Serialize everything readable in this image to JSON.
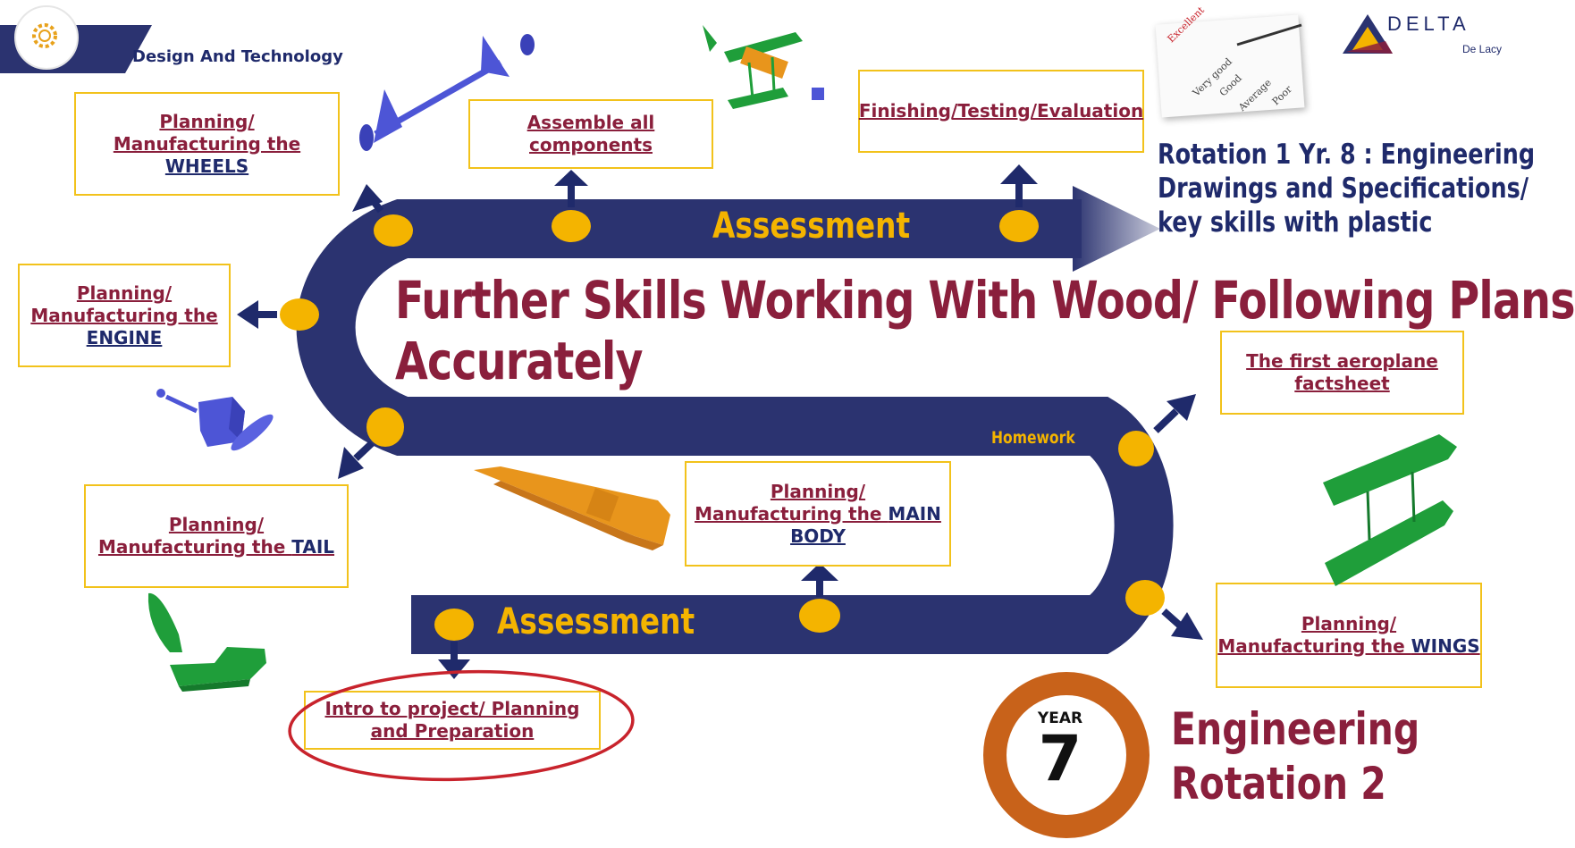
{
  "header": {
    "department": "Design And Technology",
    "logo_icon": "gear-icon",
    "brand": "DELTA",
    "brand_sub": "De Lacy"
  },
  "main_title": {
    "line1": "Further Skills Working With Wood/ Following Plans",
    "line2": "Accurately"
  },
  "road": {
    "assessment_top": "Assessment",
    "assessment_bottom": "Assessment",
    "homework": "Homework"
  },
  "boxes": {
    "wheels": {
      "line1": "Planning/",
      "line2": "Manufacturing the",
      "line3": "WHEELS"
    },
    "assemble": {
      "line1": "Assemble all",
      "line2": "components"
    },
    "finishing": {
      "line1": "Finishing/Testing/Evaluation"
    },
    "engine": {
      "line1": "Planning/",
      "line2": "Manufacturing the",
      "line3": "ENGINE"
    },
    "factsheet": {
      "line1": "The first aeroplane",
      "line2": "factsheet"
    },
    "tail": {
      "line1": "Planning/",
      "line2": "Manufacturing the ",
      "line2_em": "TAIL"
    },
    "main_body": {
      "line1": "Planning/",
      "line2": "Manufacturing the ",
      "line2_em": "MAIN",
      "line3": "BODY"
    },
    "wings": {
      "line1": "Planning/",
      "line2": "Manufacturing the ",
      "line2_em": "WINGS"
    },
    "intro": {
      "line1": "Intro to project/ Planning",
      "line2": "and Preparation"
    }
  },
  "rotation_info": {
    "line1": "Rotation 1 Yr. 8 : Engineering",
    "line2": "Drawings and Specifications/",
    "line3": "key skills with plastic"
  },
  "year_badge": {
    "label": "YEAR",
    "number": "7"
  },
  "engineering": {
    "line1": "Engineering",
    "line2": "Rotation 2"
  },
  "checklist": {
    "items": [
      "Excellent",
      "Very good",
      "Good",
      "Average",
      "Poor"
    ]
  },
  "colors": {
    "navy": "#2b3370",
    "maroon": "#8a1f3c",
    "yellow": "#f4b400",
    "box_border": "#f2c21b",
    "year_ring": "#c8621a",
    "model_green": "#1f9e3a",
    "model_blue": "#4d55d6",
    "model_orange": "#e8951c",
    "highlight_red": "#c8232c"
  }
}
